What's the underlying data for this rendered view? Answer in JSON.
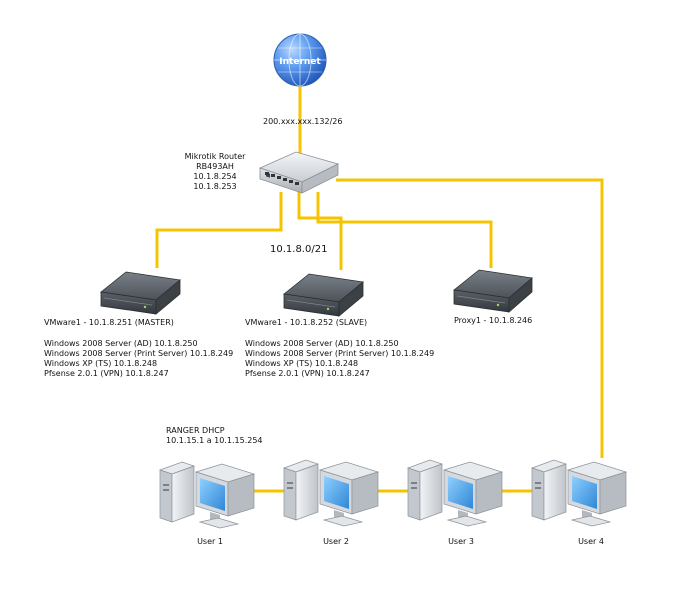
{
  "colors": {
    "link": "#f5c400",
    "globe": "#3a7fe0",
    "server": "#55595e",
    "pc_case": "#d8dce0",
    "screen": "#4fa7e6"
  },
  "internet": {
    "label": "Internet",
    "ip": "200.xxx.xxx.132/26"
  },
  "router": {
    "lines": [
      "Mikrotik Router",
      "RB493AH",
      "10.1.8.254",
      "10.1.8.253"
    ]
  },
  "network": {
    "label": "10.1.8.0/21"
  },
  "servers": [
    {
      "title": "VMware1 - 10.1.8.251 (MASTER)",
      "vms": [
        "Windows 2008 Server (AD) 10.1.8.250",
        "Windows 2008 Server (Print Server) 10.1.8.249",
        "Windows XP (TS) 10.1.8.248",
        "Pfsense 2.0.1 (VPN) 10.1.8.247"
      ]
    },
    {
      "title": "VMware1 - 10.1.8.252 (SLAVE)",
      "vms": [
        "Windows 2008 Server (AD) 10.1.8.250",
        "Windows 2008 Server (Print Server) 10.1.8.249",
        "Windows XP (TS) 10.1.8.248",
        "Pfsense 2.0.1 (VPN) 10.1.8.247"
      ]
    },
    {
      "title": "Proxy1 - 10.1.8.246",
      "vms": []
    }
  ],
  "dhcp": {
    "title": "RANGER DHCP",
    "range": "10.1.15.1 a 10.1.15.254"
  },
  "users": [
    "User 1",
    "User 2",
    "User 3",
    "User 4"
  ]
}
